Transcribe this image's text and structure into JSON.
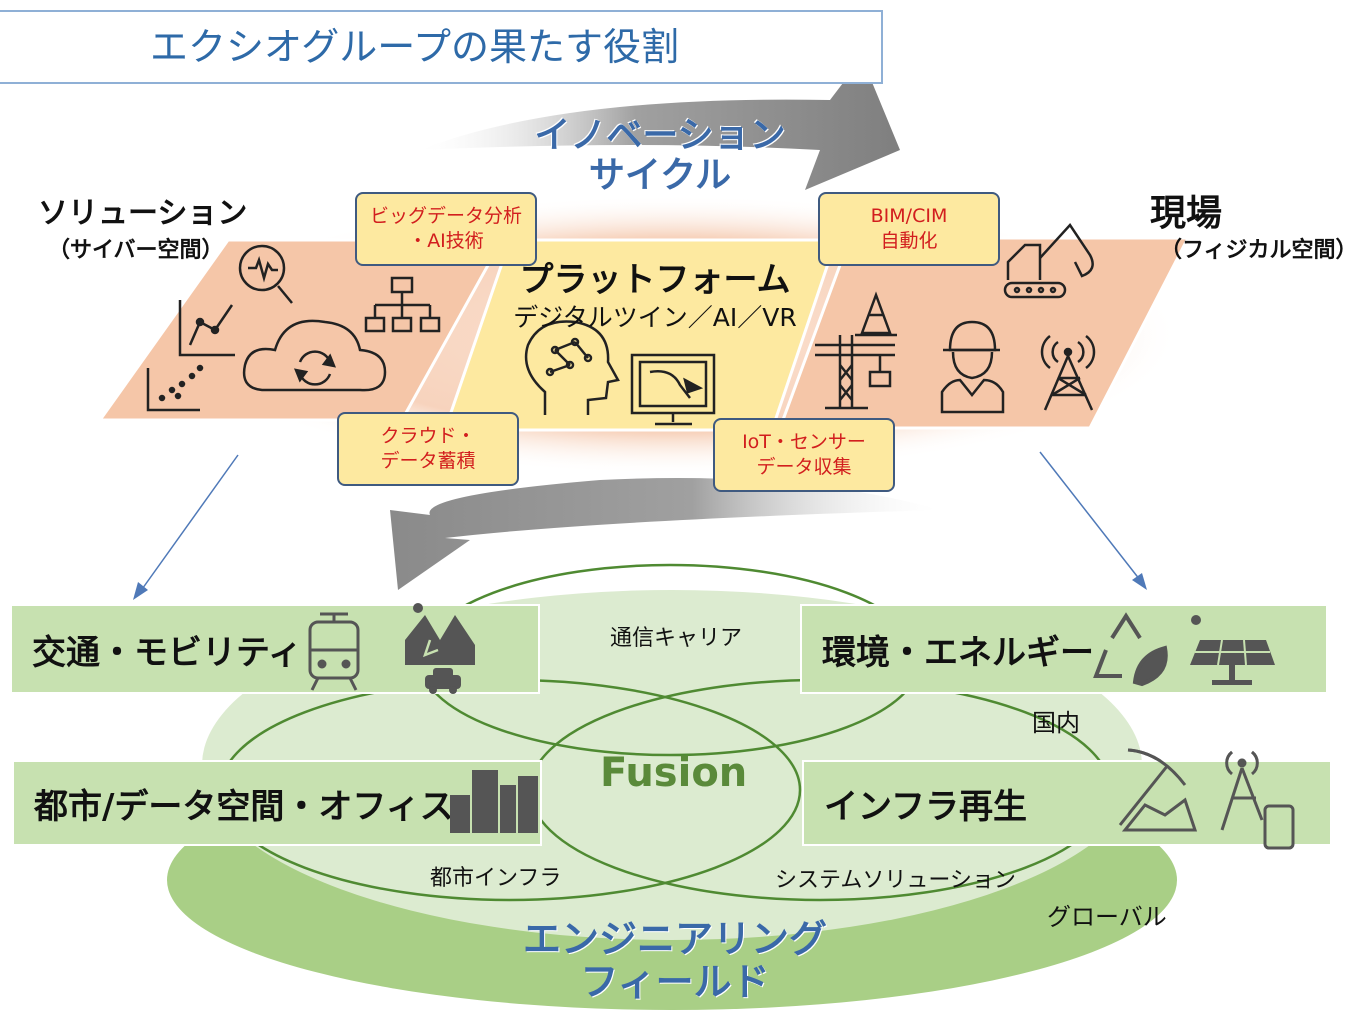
{
  "title": "エクシオグループの果たす役割",
  "cycle": {
    "line1": "イノベーション",
    "line2": "サイクル"
  },
  "cyber": {
    "title": "ソリューション",
    "subtitle": "（サイバー空間）"
  },
  "physical": {
    "title": "現場",
    "subtitle": "（フィジカル空間）"
  },
  "platform": {
    "title": "プラットフォーム",
    "subtitle": "デジタルツイン／AI／VR"
  },
  "tags": {
    "bigdata": {
      "line1": "ビッグデータ分析",
      "line2": "・AI技術"
    },
    "bimcim": {
      "line1": "BIM/CIM",
      "line2": "自動化"
    },
    "cloud": {
      "line1": "クラウド・",
      "line2": "データ蓄積"
    },
    "iot": {
      "line1": "IoT・センサー",
      "line2": "データ収集"
    }
  },
  "fields": {
    "transport": "交通・モビリティ",
    "environment": "環境・エネルギー",
    "urban": "都市/データ空間・オフィス",
    "infra": "インフラ再生"
  },
  "ellipse_labels": {
    "carrier": "通信キャリア",
    "domestic": "国内",
    "urban_infra": "都市インフラ",
    "system_solution": "システムソリューション",
    "global": "グローバル"
  },
  "fusion": "Fusion",
  "engineering": {
    "line1": "エンジニアリング",
    "line2": "フィールド"
  },
  "colors": {
    "title_border": "#8fb0d6",
    "title_text": "#2e6aa8",
    "cycle_text": "#3a69a8",
    "cyber_panel": "#f5c6a8",
    "platform_panel": "#fde9a0",
    "physical_panel": "#f5c6a8",
    "tag_text": "#d21e1e",
    "field_box": "#c7e1b0",
    "base_ellipse": "#a9cf86",
    "arrow_gray": "#8c8c8c"
  },
  "icons": {
    "cyber": [
      "chart-icon",
      "scatter-icon",
      "magnifier-icon",
      "cloud-sync-icon",
      "hierarchy-icon"
    ],
    "platform": [
      "ai-head-icon",
      "monitor-path-icon"
    ],
    "physical": [
      "excavator-icon",
      "cone-icon",
      "crane-icon",
      "worker-icon",
      "antenna-tower-icon"
    ],
    "fields": [
      "train-icon",
      "city-car-icon",
      "recycle-leaf-icon",
      "solar-panel-icon",
      "buildings-icon",
      "pickaxe-icon",
      "tower-phone-icon"
    ]
  }
}
